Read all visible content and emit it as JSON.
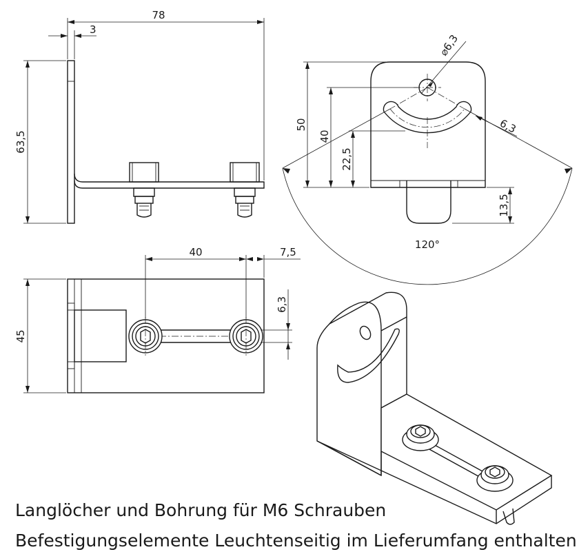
{
  "dimensions": {
    "side_width": "78",
    "side_thickness": "3",
    "side_height": "63,5",
    "front_hole_dia": "⌀6,3",
    "front_height": "50",
    "front_hole_height": "40",
    "front_slot_height": "22,5",
    "front_slot_width": "6,3",
    "front_tab_height": "13,5",
    "front_angle": "120°",
    "top_spacing": "40",
    "top_edge": "7,5",
    "top_slot_width": "6,3",
    "top_depth": "45"
  },
  "captions": {
    "line1": "Langlöcher und Bohrung für M6 Schrauben",
    "line2": "Befestigungselemente Leuchtenseitig im Lieferumfang enthalten"
  }
}
